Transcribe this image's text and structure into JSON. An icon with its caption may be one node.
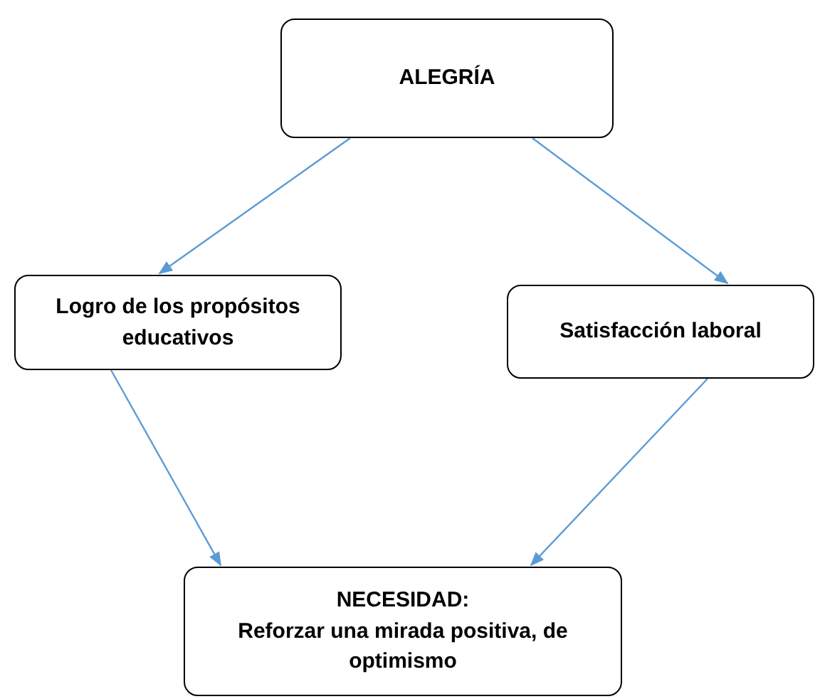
{
  "diagram": {
    "nodes": [
      {
        "text": [
          "ALEGRÍA"
        ]
      },
      {
        "text": [
          "Logro de los propósitos educativos"
        ]
      },
      {
        "text": [
          "Satisfacción laboral"
        ]
      },
      {
        "text": [
          "NECESIDAD:",
          "Reforzar una mirada positiva, de optimismo"
        ]
      }
    ],
    "edges": [
      {
        "from": 0,
        "to": 1,
        "arrow": "to"
      },
      {
        "from": 0,
        "to": 2,
        "arrow": "to"
      },
      {
        "from": 1,
        "to": 3,
        "arrow": "to"
      },
      {
        "from": 2,
        "to": 3,
        "arrow": "to"
      }
    ]
  }
}
